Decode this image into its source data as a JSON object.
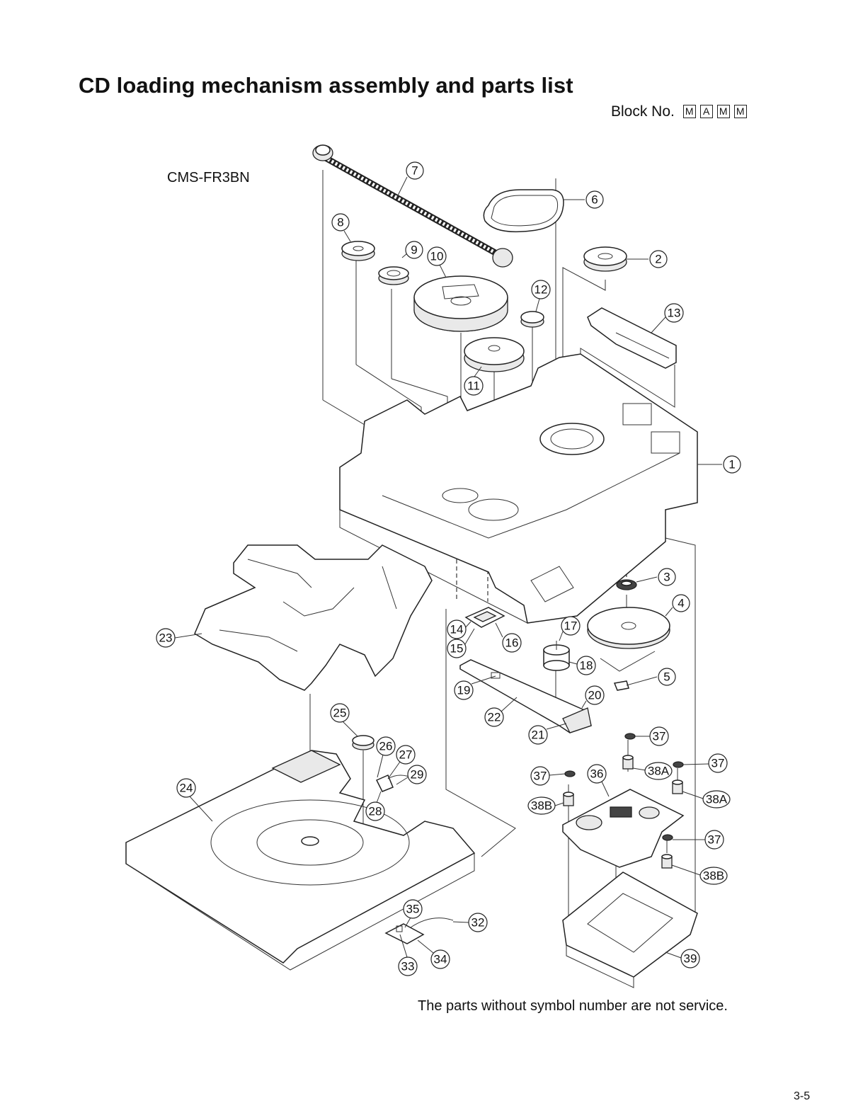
{
  "title": "CD loading mechanism assembly and parts list",
  "block_label": "Block No.",
  "block_codes": [
    "M",
    "A",
    "M",
    "M"
  ],
  "model": "CMS-FR3BN",
  "note": "The parts without symbol number are not service.",
  "page_number": "3-5",
  "callouts": [
    "1",
    "2",
    "3",
    "4",
    "5",
    "6",
    "7",
    "8",
    "9",
    "10",
    "11",
    "12",
    "13",
    "14",
    "15",
    "16",
    "17",
    "18",
    "19",
    "20",
    "21",
    "22",
    "23",
    "24",
    "25",
    "26",
    "27",
    "28",
    "29",
    "32",
    "33",
    "34",
    "35",
    "36",
    "37",
    "37",
    "37",
    "37",
    "38A",
    "38A",
    "38B",
    "38B",
    "39"
  ]
}
